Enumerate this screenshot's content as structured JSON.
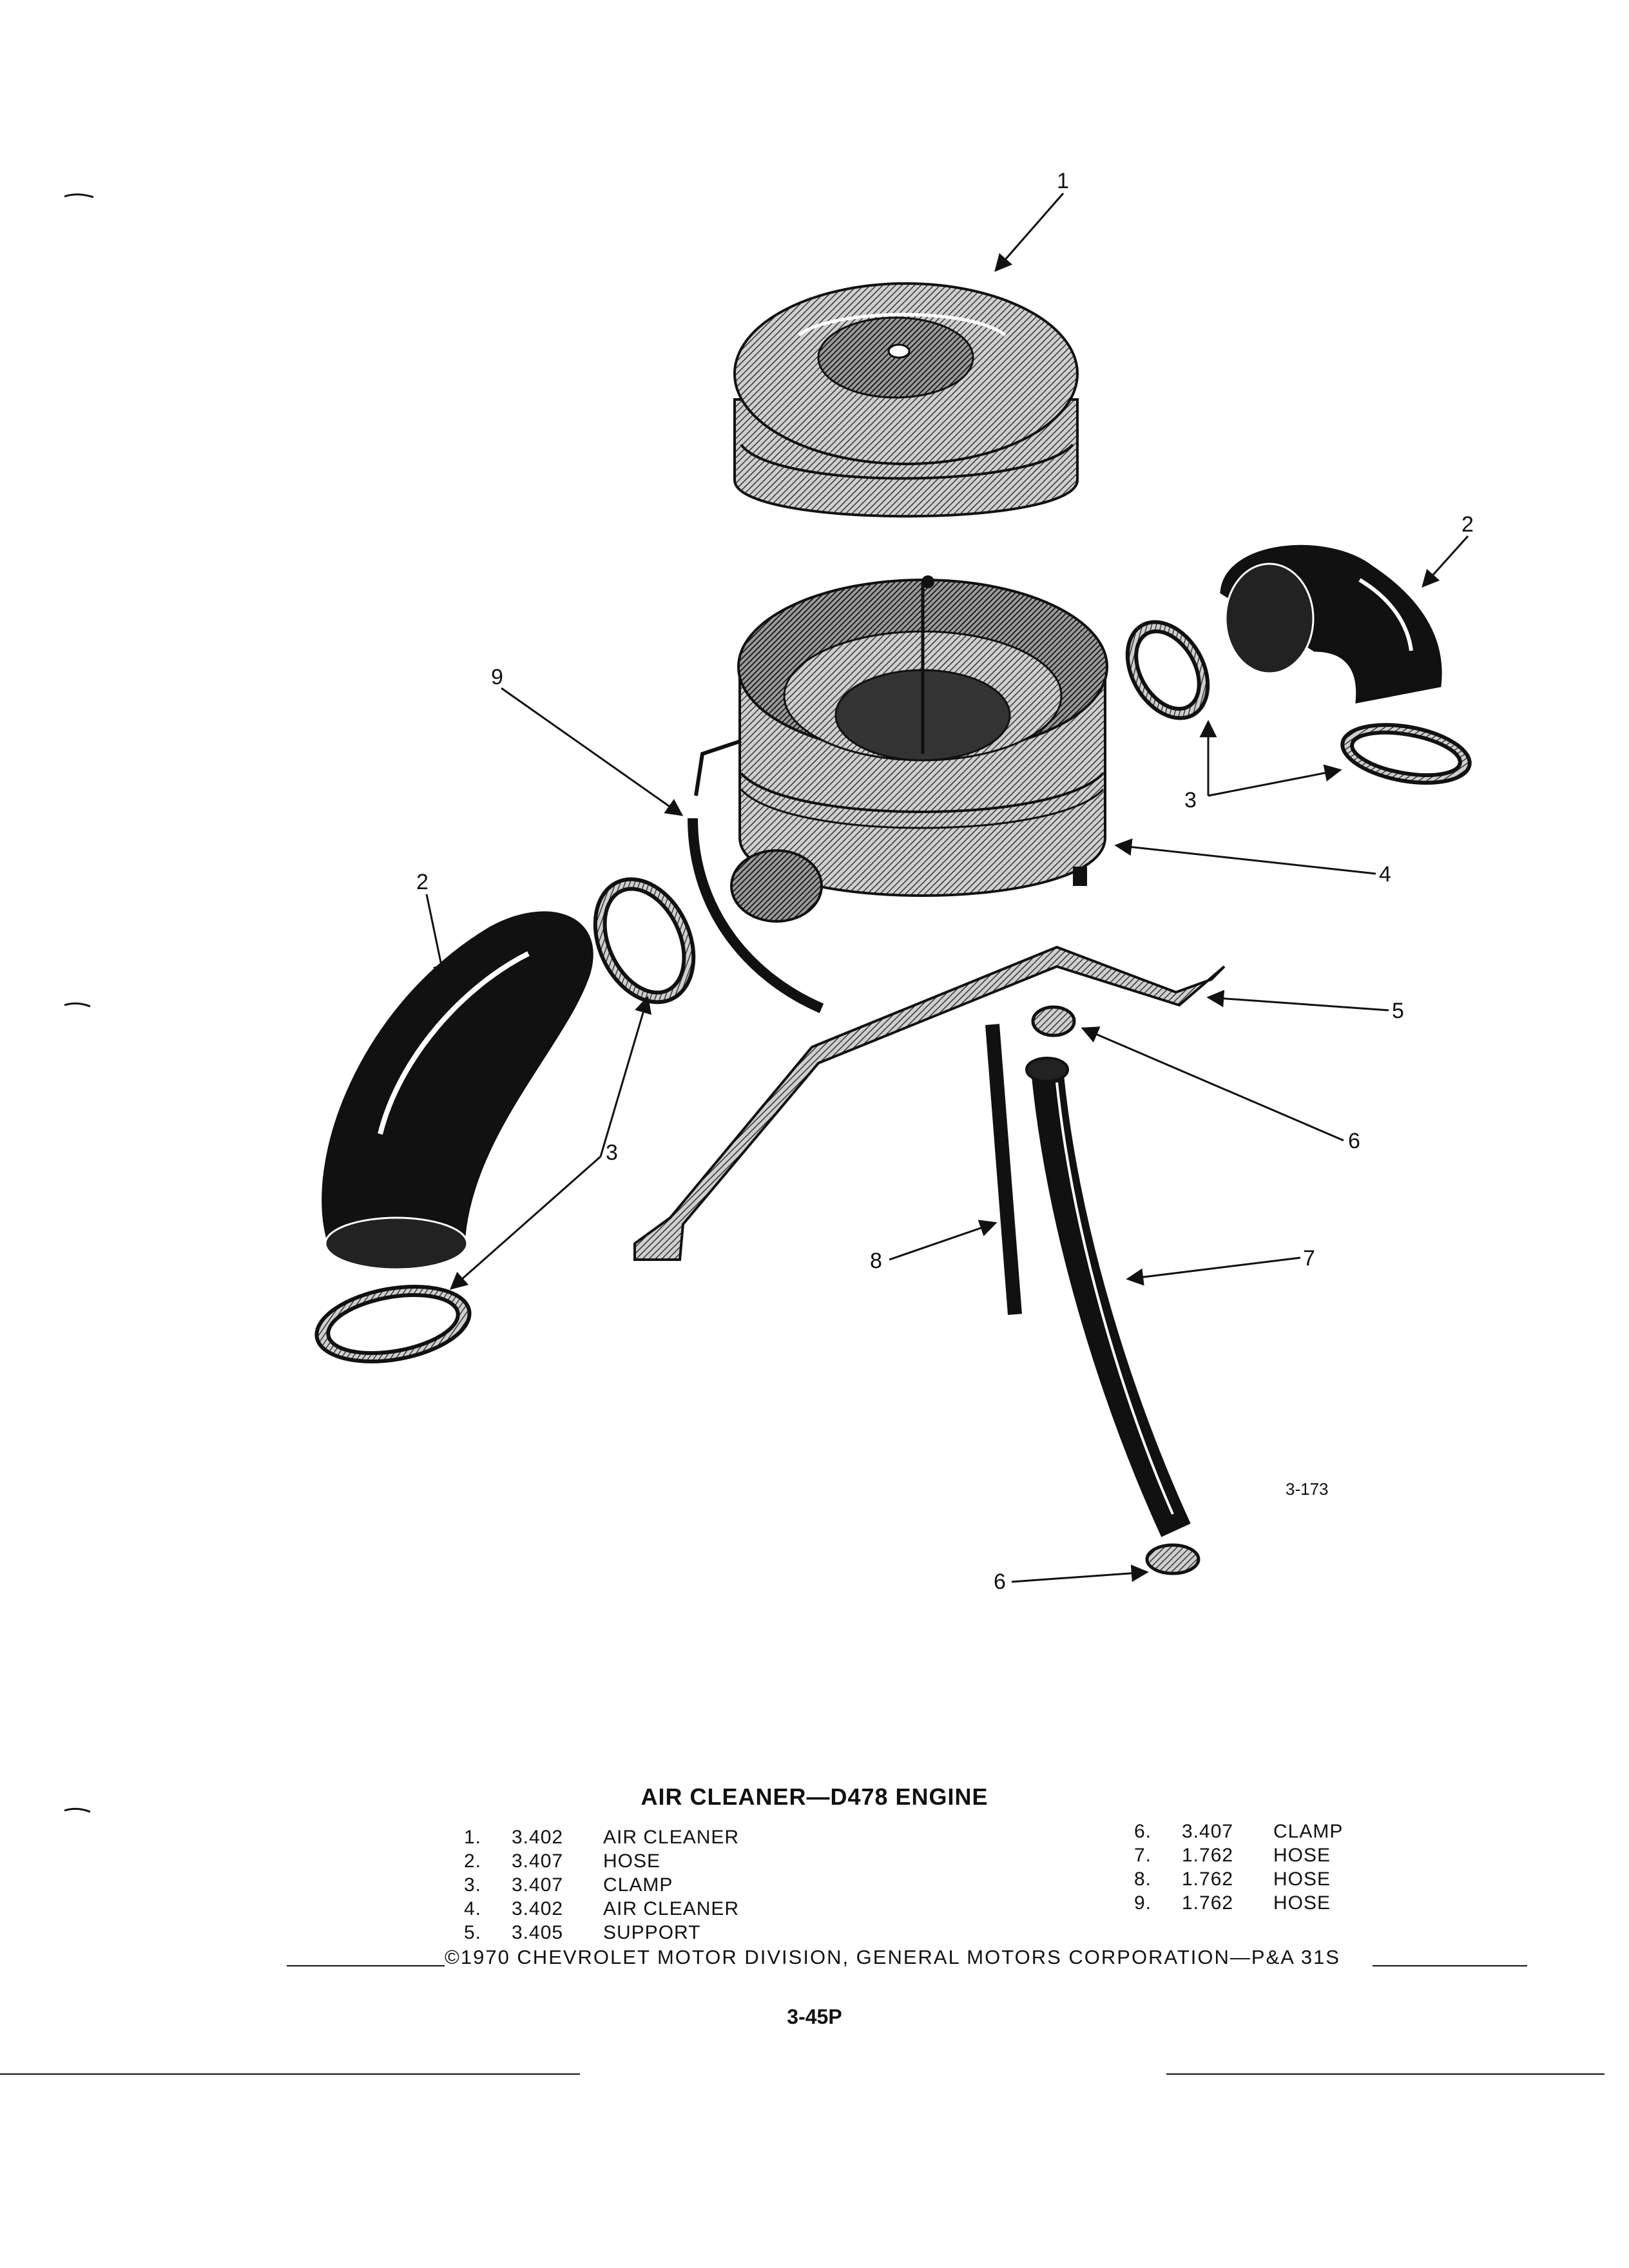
{
  "callouts": {
    "c1": "1",
    "c2a": "2",
    "c2b": "2",
    "c3a": "3",
    "c3b": "3",
    "c4": "4",
    "c5": "5",
    "c6a": "6",
    "c6b": "6",
    "c7": "7",
    "c8": "8",
    "c9": "9"
  },
  "figure_ref": "3-173",
  "caption": {
    "title": "AIR CLEANER—D478 ENGINE",
    "left_list": [
      {
        "num": "1.",
        "code": "3.402",
        "desc": "AIR CLEANER"
      },
      {
        "num": "2.",
        "code": "3.407",
        "desc": "HOSE"
      },
      {
        "num": "3.",
        "code": "3.407",
        "desc": "CLAMP"
      },
      {
        "num": "4.",
        "code": "3.402",
        "desc": "AIR CLEANER"
      },
      {
        "num": "5.",
        "code": "3.405",
        "desc": "SUPPORT"
      }
    ],
    "right_list": [
      {
        "num": "6.",
        "code": "3.407",
        "desc": "CLAMP"
      },
      {
        "num": "7.",
        "code": "1.762",
        "desc": "HOSE"
      },
      {
        "num": "8.",
        "code": "1.762",
        "desc": "HOSE"
      },
      {
        "num": "9.",
        "code": "1.762",
        "desc": "HOSE"
      }
    ]
  },
  "copyright": "©1970 CHEVROLET MOTOR DIVISION, GENERAL MOTORS CORPORATION—P&A 31S",
  "page_number": "3-45P",
  "colors": {
    "ink": "#111111",
    "paper": "#ffffff",
    "shade": "#9a9a9a"
  }
}
